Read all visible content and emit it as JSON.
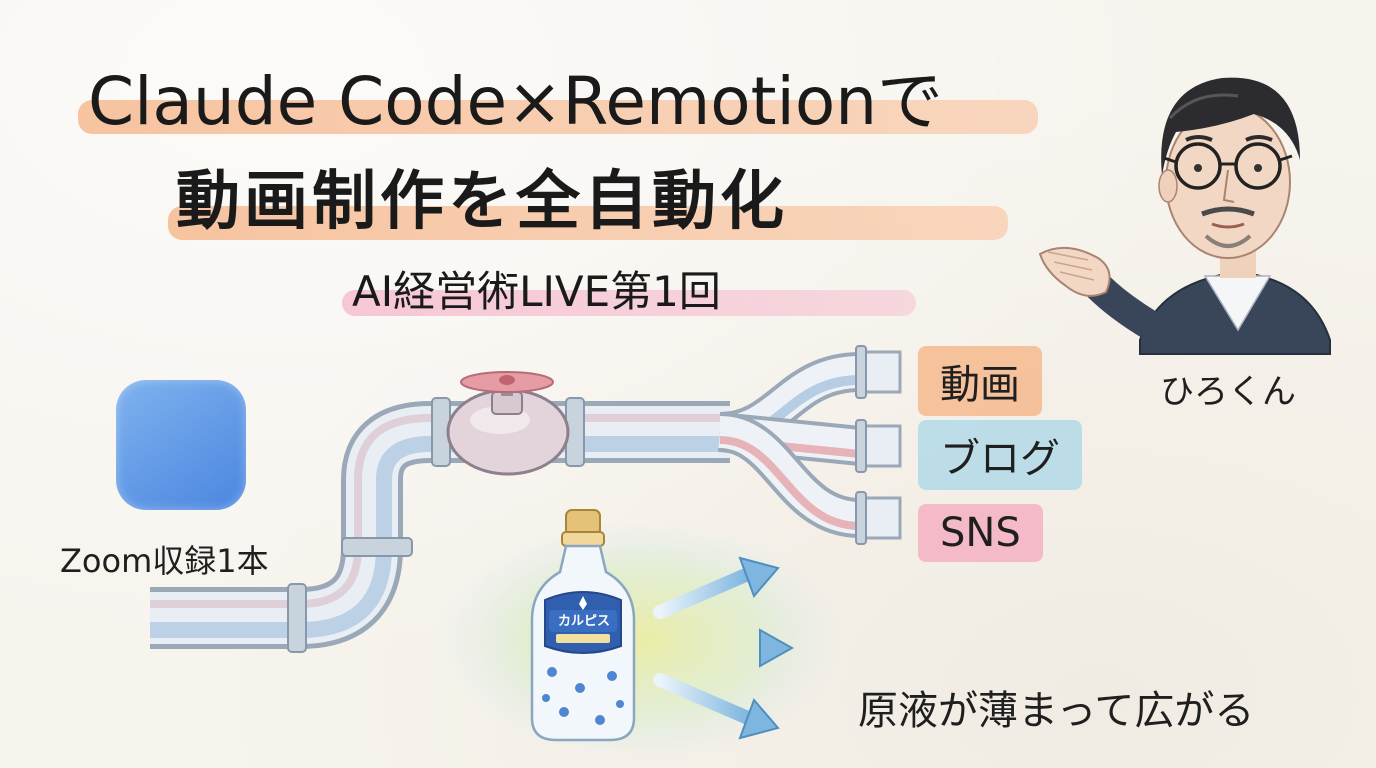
{
  "title": {
    "line1": "Claude Code×Remotionで",
    "line2": "動画制作を全自動化",
    "subtitle": "AI経営術LIVE第1回"
  },
  "source": {
    "label": "Zoom収録1本",
    "icon": "video-camera-icon",
    "color": "#4b86e0"
  },
  "outputs": [
    {
      "label": "動画",
      "color": "#f6b280"
    },
    {
      "label": "ブログ",
      "color": "#aad7e8"
    },
    {
      "label": "SNS",
      "color": "#f4a8be"
    }
  ],
  "presenter": {
    "name": "ひろくん"
  },
  "metaphor": {
    "bottle_label": "カルピス",
    "caption": "原液が薄まって広がる"
  },
  "colors": {
    "highlight_orange": "#f6b280",
    "highlight_pink": "#f4a8be",
    "pipe_blue": "#aacde6",
    "pipe_pink": "#e6b3b8"
  }
}
